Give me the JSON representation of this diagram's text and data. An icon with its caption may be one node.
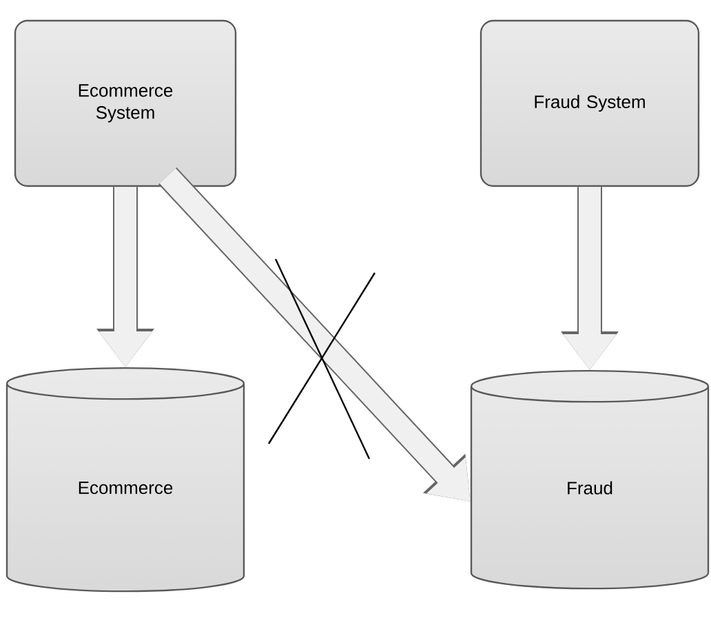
{
  "diagram": {
    "nodes": [
      {
        "text": [
          "Ecommerce System"
        ]
      },
      {
        "text": [
          "Fraud System"
        ]
      },
      {
        "text": [
          "Ecommerce"
        ]
      },
      {
        "text": [
          "Fraud"
        ]
      }
    ],
    "edges": [
      {
        "from": 0,
        "to": 2,
        "arrow": "to"
      },
      {
        "from": 1,
        "to": 3,
        "arrow": "to"
      },
      {
        "from": 0,
        "to": 3,
        "arrow": "to"
      }
    ]
  }
}
